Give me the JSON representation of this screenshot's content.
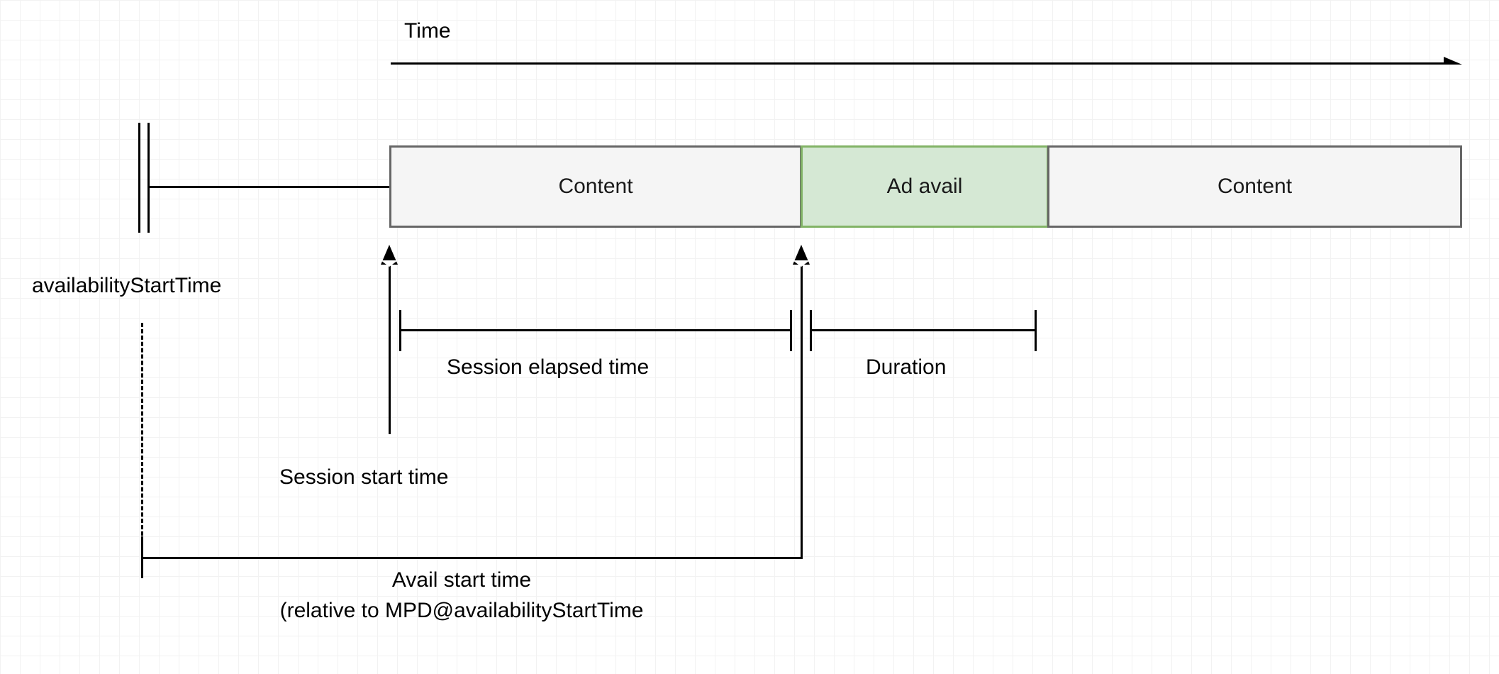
{
  "diagram": {
    "title_axis_label": "Time",
    "timeline": {
      "segments": [
        {
          "label": "Content",
          "kind": "content"
        },
        {
          "label": "Ad avail",
          "kind": "ad"
        },
        {
          "label": "Content",
          "kind": "content"
        }
      ]
    },
    "annotations": {
      "availability_start_time": "availabilityStartTime",
      "session_start_time": "Session start time",
      "session_elapsed_time": "Session elapsed time",
      "duration": "Duration",
      "avail_start_time_line1": "Avail start time",
      "avail_start_time_line2": "(relative to MPD@availabilityStartTime"
    },
    "colors": {
      "content_fill": "#f5f5f5",
      "content_stroke": "#666666",
      "ad_fill": "#d5e8d4",
      "ad_stroke": "#82b366",
      "line": "#000000",
      "grid_minor": "#f2f2f2",
      "grid_major": "#d6d6d6"
    }
  }
}
